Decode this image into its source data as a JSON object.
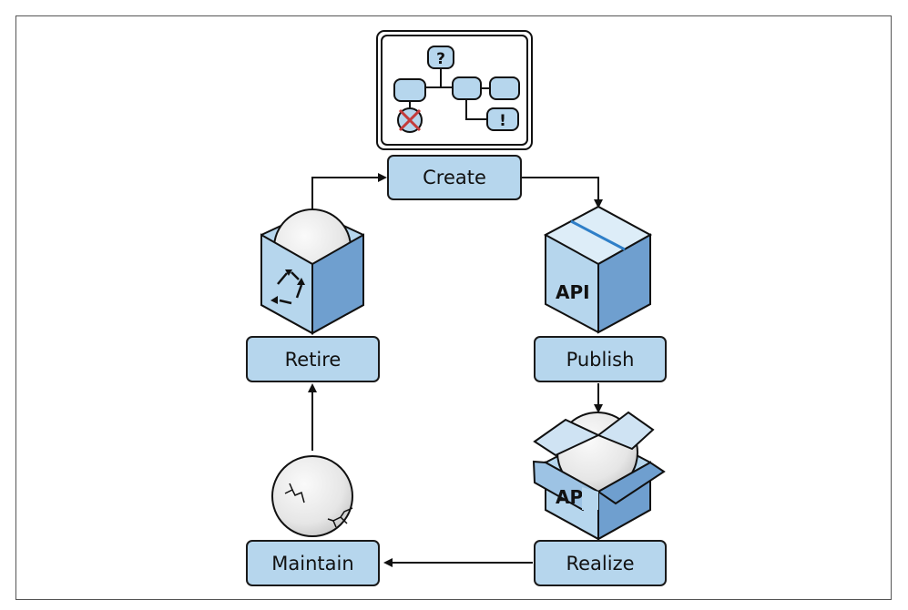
{
  "stages": {
    "create": "Create",
    "publish": "Publish",
    "realize": "Realize",
    "maintain": "Maintain",
    "retire": "Retire"
  },
  "icons": {
    "create": "flowchart-icon",
    "publish": "api-package-icon",
    "realize": "open-api-package-icon",
    "maintain": "cracked-sphere-icon",
    "retire": "recycle-box-icon"
  },
  "labels": {
    "question_mark": "?",
    "exclamation_mark": "!",
    "api_box": "API",
    "api_open_box_partial": "API"
  },
  "colors": {
    "box_fill": "#b6d6ed",
    "dark_blue": "#6f9fcf",
    "outline": "#1a1a1a",
    "sphere": "#ececec",
    "x_mark": "#c43b3b"
  }
}
